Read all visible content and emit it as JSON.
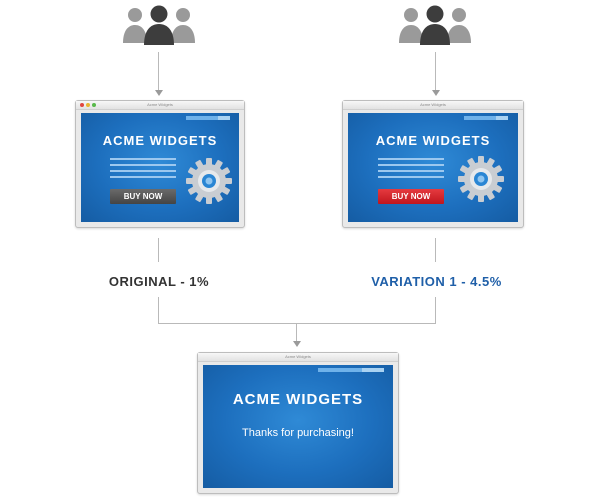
{
  "colors": {
    "line": "#b9b9b9",
    "original_label": "#333333",
    "variation_label": "#1f5fa8",
    "button_gray": "#555555",
    "button_red": "#d21e27"
  },
  "icons": {
    "audience": "people-group-icon",
    "gear": "gear-icon"
  },
  "left_browser": {
    "tab_title": "Acme Widgets",
    "headline": "ACME WIDGETS",
    "button_label": "BUY NOW"
  },
  "right_browser": {
    "tab_title": "Acme Widgets",
    "headline": "ACME WIDGETS",
    "button_label": "BUY NOW"
  },
  "result_browser": {
    "tab_title": "Acme Widgets",
    "headline": "ACME WIDGETS",
    "message": "Thanks for purchasing!"
  },
  "labels": {
    "original": "ORIGINAL - 1%",
    "variation": "VARIATION 1 - 4.5%"
  }
}
